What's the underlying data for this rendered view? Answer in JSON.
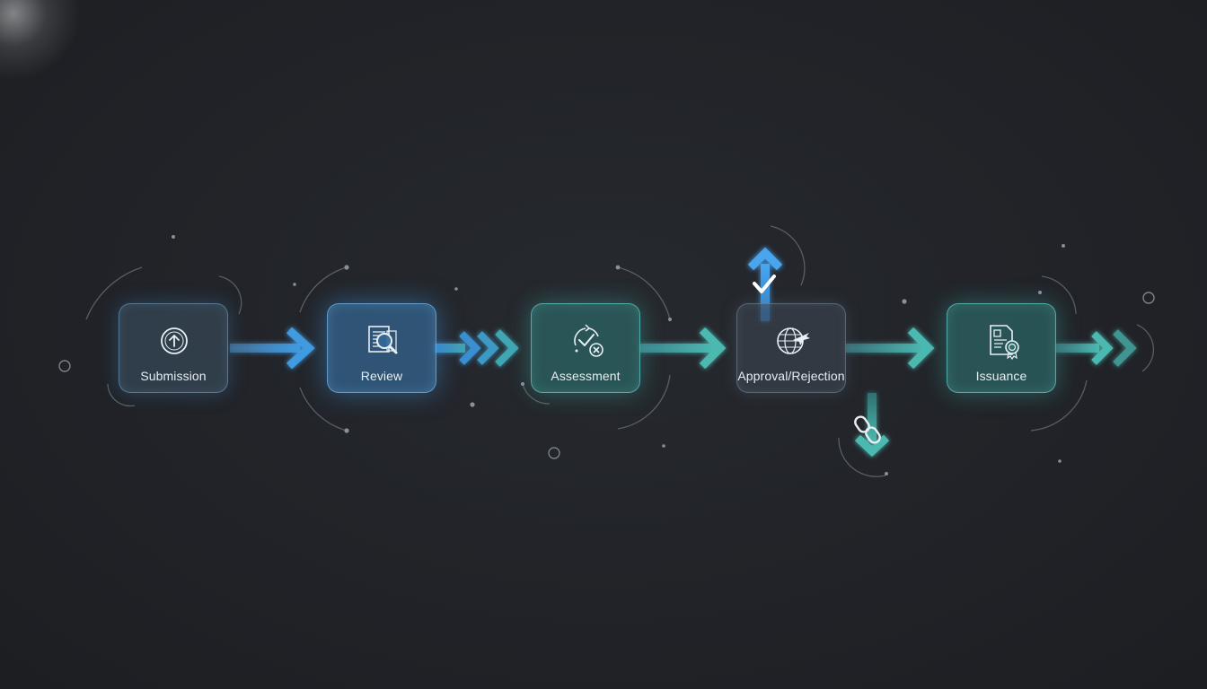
{
  "steps": [
    {
      "label": "Submission",
      "icon": "upload-circle-icon"
    },
    {
      "label": "Review",
      "icon": "document-search-icon"
    },
    {
      "label": "Assessment",
      "icon": "check-cross-cycle-icon"
    },
    {
      "label": "Approval/Rejection",
      "icon": "globe-plane-icon"
    },
    {
      "label": "Issuance",
      "icon": "certificate-icon"
    }
  ],
  "branches": {
    "up_icon": "checkmark-icon",
    "down_icon": "chain-link-icon"
  },
  "colors": {
    "background": "#212328",
    "blue": "#3f9be0",
    "teal": "#4bb9b0",
    "text": "#e6eef2"
  }
}
